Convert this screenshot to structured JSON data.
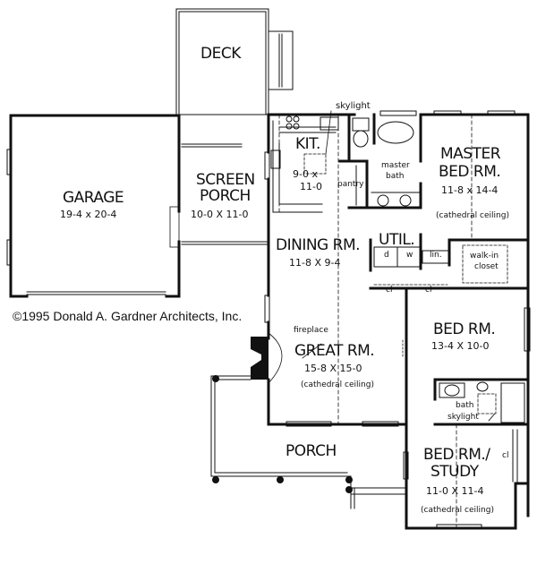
{
  "plan": {
    "copyright": "©1995 Donald A. Gardner Architects, Inc.",
    "rooms": {
      "deck": {
        "name": "DECK"
      },
      "garage": {
        "name": "GARAGE",
        "size": "19-4 x 20-4"
      },
      "screen_porch": {
        "name_line1": "SCREEN",
        "name_line2": "PORCH",
        "size": "10-0 X 11-0"
      },
      "kitchen": {
        "name": "KIT.",
        "size_line1": "9-0 x",
        "size_line2": "11-0"
      },
      "dining": {
        "name": "DINING RM.",
        "size": "11-8 X 9-4"
      },
      "master_bed": {
        "name_line1": "MASTER",
        "name_line2": "BED RM.",
        "size": "11-8 x 14-4",
        "note": "(cathedral ceiling)"
      },
      "master_bath": {
        "name_line1": "master",
        "name_line2": "bath"
      },
      "pantry": {
        "name": "pantry"
      },
      "util": {
        "name": "UTIL.",
        "dryer": "d",
        "washer": "w"
      },
      "linen": {
        "name": "lin."
      },
      "walk_in_closet": {
        "name_line1": "walk-in",
        "name_line2": "closet"
      },
      "closets": [
        "cl",
        "cl",
        "cl"
      ],
      "great_room": {
        "name": "GREAT RM.",
        "size": "15-8 X 15-0",
        "note": "(cathedral ceiling)"
      },
      "bed_room": {
        "name": "BED RM.",
        "size": "13-4 X 10-0"
      },
      "bath": {
        "name": "bath"
      },
      "porch": {
        "name": "PORCH"
      },
      "study": {
        "name_line1": "BED RM./",
        "name_line2": "STUDY",
        "size": "11-0 X 11-4",
        "note": "(cathedral ceiling)"
      }
    },
    "callouts": {
      "skylight_kitchen": "skylight",
      "skylight_bath": "skylight",
      "fireplace": "fireplace"
    }
  }
}
